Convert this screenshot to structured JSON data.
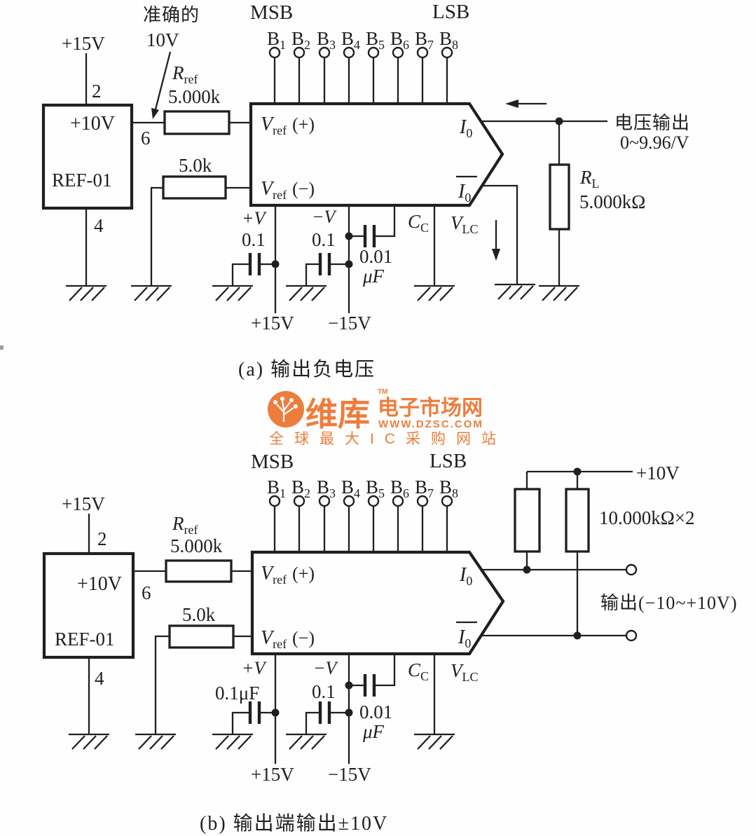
{
  "colors": {
    "ink": "#1f1f1f",
    "watermark_orange": "#ed7d3d"
  },
  "shared": {
    "msb": "MSB",
    "lsb": "LSB",
    "bits": [
      {
        "letter": "B",
        "sub": "1"
      },
      {
        "letter": "B",
        "sub": "2"
      },
      {
        "letter": "B",
        "sub": "3"
      },
      {
        "letter": "B",
        "sub": "4"
      },
      {
        "letter": "B",
        "sub": "5"
      },
      {
        "letter": "B",
        "sub": "6"
      },
      {
        "letter": "B",
        "sub": "7"
      },
      {
        "letter": "B",
        "sub": "8"
      }
    ],
    "ref01": {
      "voltage": "+10V",
      "name": "REF-01",
      "pin2": "2",
      "pin4": "4",
      "pin6": "6"
    },
    "supply_pos15": "+15V",
    "supply_neg15": "−15V",
    "rref_main": "R",
    "rref_sub": "ref",
    "rref_value": "5.000k",
    "r5k_value": "5.0k",
    "dac_pins": {
      "vref_plus_main": "V",
      "vref_plus_sub": "ref",
      "vref_plus_rest": "(+)",
      "vref_minus_main": "V",
      "vref_minus_sub": "ref",
      "vref_minus_rest": "(−)",
      "i0_main": "I",
      "i0_sub": "0",
      "i0bar_main": "I",
      "i0bar_sub": "0",
      "plus_v": "+V",
      "minus_v": "−V",
      "cc_main": "C",
      "cc_sub": "C",
      "vlc_main": "V",
      "vlc_sub": "LC"
    },
    "cap_small": "0.1",
    "cap_small_uf": "0.1μF",
    "cap_001": "0.01",
    "uf": "μF"
  },
  "circuit_a": {
    "caption": "(a) 输出负电压",
    "annotation_line1": "准确的",
    "annotation_line2": "10V",
    "output_label": "电压输出",
    "output_range": "0~9.96/V",
    "rl_main": "R",
    "rl_sub": "L",
    "rl_value": "5.000kΩ"
  },
  "circuit_b": {
    "caption": "(b) 输出端输出±10V",
    "supply_right": "+10V",
    "pullup_value": "10.000kΩ×2",
    "output_label": "输出(−10~+10V)"
  },
  "watermark": {
    "brand": "维库",
    "tm": "TM",
    "site_name": "电子市场网",
    "site_url": "WWW.DZSC.COM",
    "tagline": "全球最大IC采购网站"
  }
}
